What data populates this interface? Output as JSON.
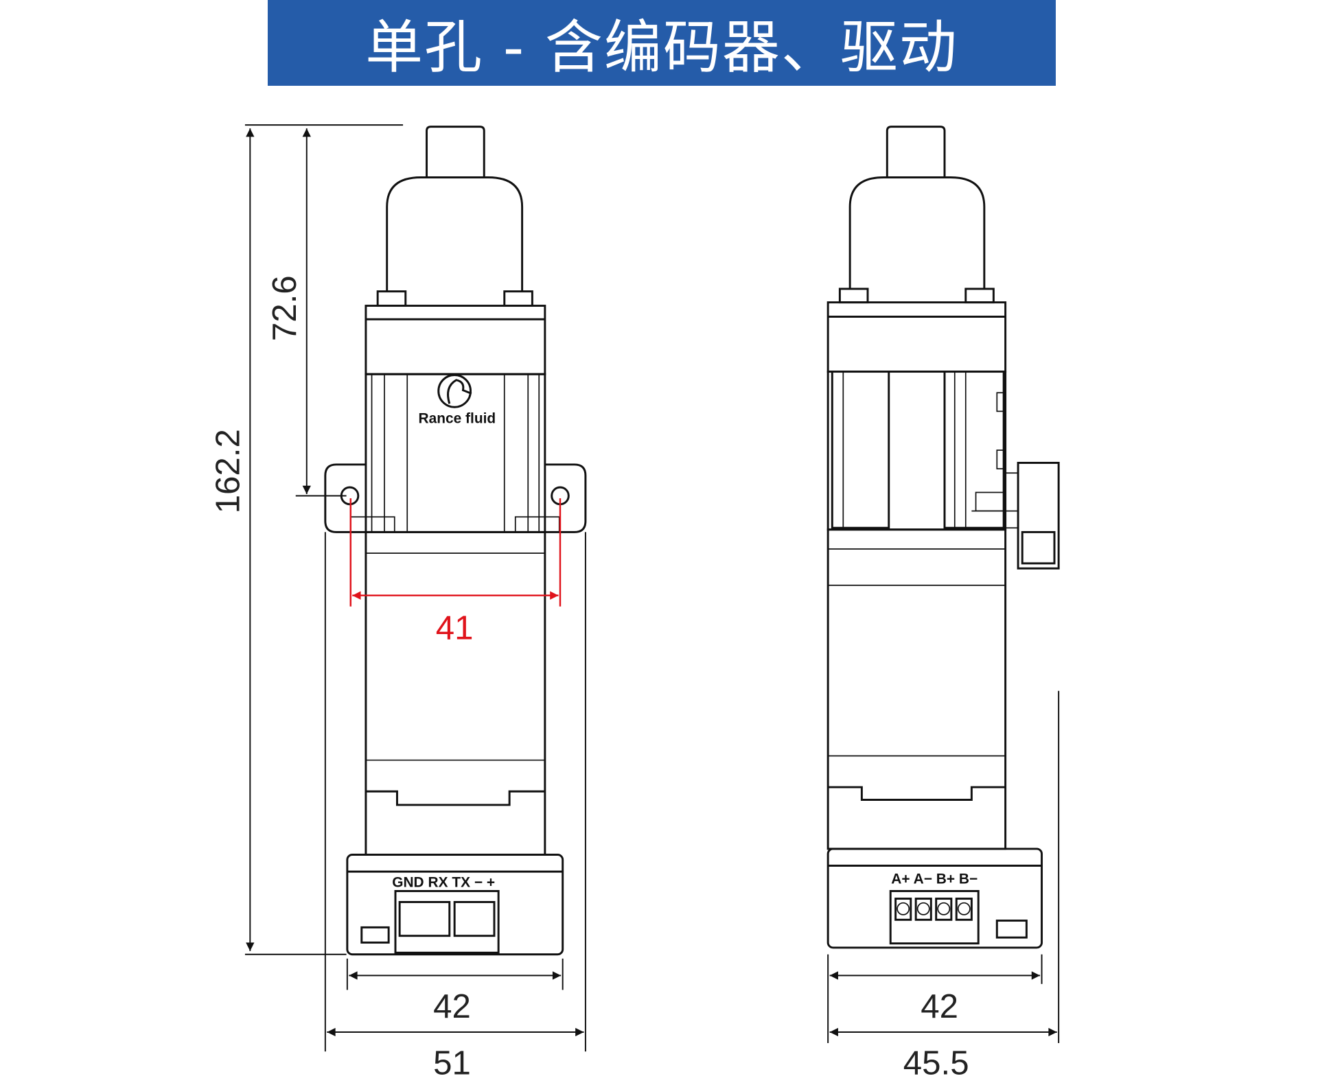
{
  "title": "单孔 - 含编码器、驱动",
  "colors": {
    "banner": "#255ca9",
    "highlight_dimension": "#e0131b"
  },
  "left_view": {
    "logo_text": "Rance fluid",
    "connector_labels": "GND RX TX − +",
    "dimensions": {
      "overall_height": "162.2",
      "mount_height": "72.6",
      "hole_spacing": "41",
      "body_width": "42",
      "flange_width": "51"
    }
  },
  "right_view": {
    "connector_labels": "A+ A− B+ B−",
    "dimensions": {
      "body_width": "42",
      "overall_width": "45.5"
    }
  }
}
